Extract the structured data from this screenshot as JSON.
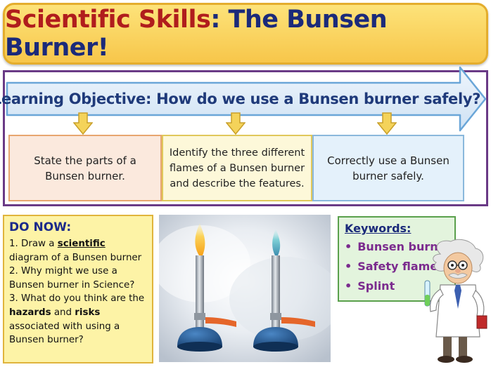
{
  "title": {
    "part1": "Scientific Skills",
    "colon": ":",
    "part2": " The Bunsen Burner!"
  },
  "learning_objective": "Learning Objective: How do we use a Bunsen burner safely?",
  "objectives": [
    "State the parts of a Bunsen burner.",
    "Identify the three different flames of a Bunsen burner and describe the features.",
    "Correctly use a Bunsen burner safely."
  ],
  "do_now": {
    "title": "DO NOW:",
    "q1_prefix": "1. Draw a ",
    "q1_bold": "scientific",
    "q1_suffix": " diagram of a Bunsen burner",
    "q2": "2. Why might we use a Bunsen burner in Science?",
    "q3_prefix": "3. What do you think are the ",
    "q3_bold1": "hazards",
    "q3_mid": " and ",
    "q3_bold2": "risks",
    "q3_suffix": " associated with using a Bunsen burner?"
  },
  "keywords": {
    "title": "Keywords:",
    "items": [
      "Bunsen burner",
      "Safety flame",
      "Splint"
    ]
  },
  "colors": {
    "banner": "#f7c64a",
    "title_red": "#b01d1d",
    "title_blue": "#1b2a7a",
    "frame_purple": "#6a3a86",
    "arrow_fill": "#dbeaf7",
    "arrow_border": "#6aa6d8",
    "keyword_purple": "#7b2b8e"
  },
  "icons": [
    "down-arrow-icon",
    "bunsen-burner-yellow-flame",
    "bunsen-burner-blue-flame",
    "scientist-cartoon"
  ]
}
